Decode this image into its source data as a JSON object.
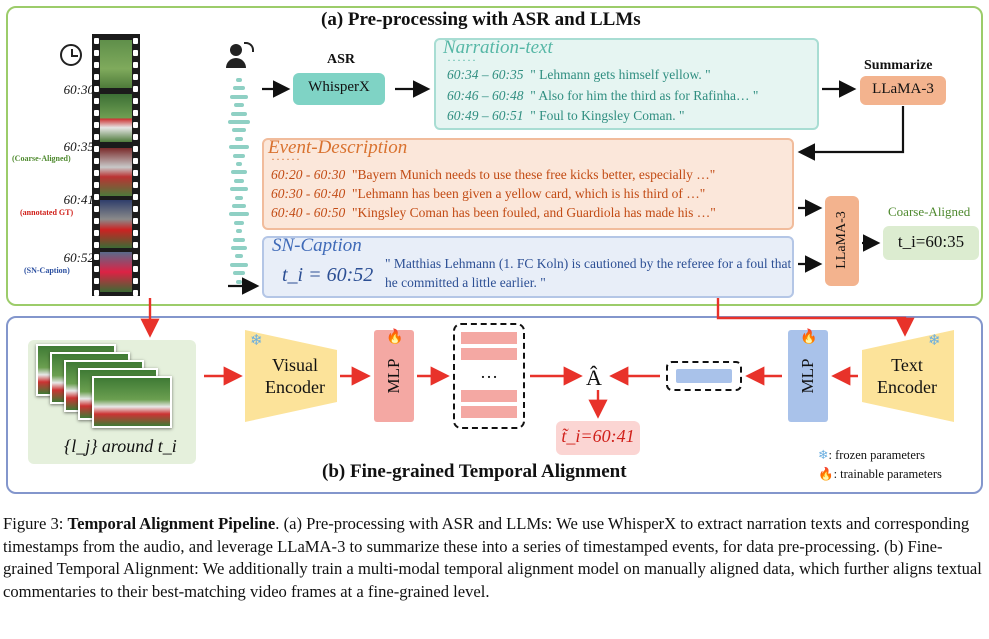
{
  "panel_a": {
    "title": "(a) Pre-processing with ASR and LLMs"
  },
  "panel_b": {
    "title": "(b) Fine-grained Temporal Alignment"
  },
  "timeline": {
    "times": [
      "60:30",
      "60:35",
      "60:41",
      "60:52"
    ],
    "sublabels": [
      "(Coarse-Aligned)",
      "(annotated GT)",
      "(SN-Caption)"
    ],
    "icons": {
      "clock": "clock-icon",
      "speaker": "speaker-icon"
    }
  },
  "asr": {
    "label": "ASR",
    "model": "WhisperX"
  },
  "narration": {
    "title": "Narration-text",
    "dots": "······",
    "rows": [
      {
        "time": "60:34 – 60:35",
        "text": "\" Lehmann gets himself yellow. \""
      },
      {
        "time": "60:46 – 60:48",
        "text": "\" Also for him the third as for Rafinha… \""
      },
      {
        "time": "60:49 – 60:51",
        "text": "\" Foul to Kingsley Coman. \""
      }
    ]
  },
  "summarize": {
    "label": "Summarize",
    "model": "LLaMA-3"
  },
  "events": {
    "title": "Event-Description",
    "dots": "······",
    "rows": [
      {
        "time": "60:20 - 60:30",
        "text": "\"Bayern Munich needs to use these free kicks better, especially …\""
      },
      {
        "time": "60:30 - 60:40",
        "text": "\"Lehmann has been given a yellow card, which is his third of …\""
      },
      {
        "time": "60:40 - 60:50",
        "text": "\"Kingsley Coman has been fouled, and Guardiola has made his …\""
      }
    ]
  },
  "sn_caption": {
    "title": "SN-Caption",
    "time": "t_i = 60:52",
    "text": "\" Matthias Lehmann (1. FC Koln) is cautioned by the referee for a foul that he committed a little earlier. \""
  },
  "llama_vertical": "LLaMA-3",
  "coarse": {
    "label": "Coarse-Aligned",
    "value": "t_i=60:35"
  },
  "frames_label": "{l_j} around t_i",
  "visual_encoder": "Visual Encoder",
  "text_encoder": "Text Encoder",
  "mlp": "MLP",
  "ellipsis": "…",
  "a_hat": "Â",
  "result": "t̃_i=60:41",
  "legend": {
    "frozen": ": frozen parameters",
    "trainable": ": trainable parameters"
  },
  "caption": {
    "prefix": "Figure 3: ",
    "bold": "Temporal Alignment Pipeline",
    "body": ". (a) Pre-processing with ASR and LLMs: We use WhisperX to extract narration texts and corresponding timestamps from the audio, and leverage LLaMA-3 to summarize these into a series of timestamped events, for data pre-processing. (b) Fine-grained Temporal Alignment: We additionally train a multi-modal temporal alignment model on manually aligned data, which further aligns textual commentaries to their best-matching video frames at a fine-grained level."
  },
  "colors": {
    "green_border": "#9ccc6a",
    "blue_border": "#8396cc",
    "teal": "#7fd3c5",
    "orange": "#f3b38e",
    "red_arrow": "#e8322a",
    "yellow": "#fce39a",
    "mlp_red": "#f4a8a3",
    "mlp_blue": "#a9c2ea"
  }
}
